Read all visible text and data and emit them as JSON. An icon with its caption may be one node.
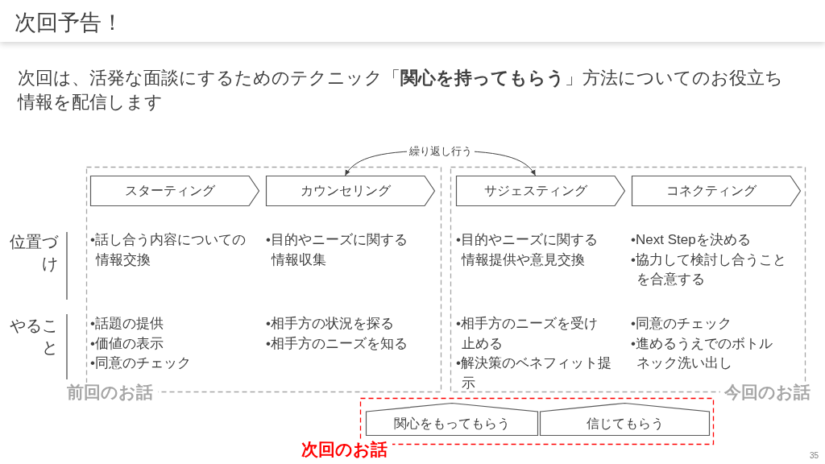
{
  "diagram": {
    "title": "次回予告！",
    "nodes": [
      {
        "text": [
          "前回のお話"
        ]
      },
      {
        "text": [
          "今回のお話"
        ]
      },
      {
        "text": [
          "スターティング"
        ],
        "in": 0
      },
      {
        "text": [
          "カウンセリング"
        ],
        "in": 0
      },
      {
        "text": [
          "サジェスティング"
        ],
        "in": 1
      },
      {
        "text": [
          "コネクティング"
        ],
        "in": 1
      },
      {
        "text": [
          "次回のお話"
        ]
      },
      {
        "text": [
          "関心をもってもらう"
        ],
        "in": 6
      },
      {
        "text": [
          "信じてもらう"
        ],
        "in": 6
      }
    ],
    "edges": [
      {
        "from": 3,
        "to": 4,
        "arrow": "both",
        "label": "繰り返し行う"
      }
    ],
    "labels": [
      "次回は、活発な面談にするためのテクニック「**関心を持ってもらう**」方法についてのお役立ち情報を配信します",
      "位置づけ",
      "•話し合う内容についての情報交換",
      "•目的やニーズに関する情報収集",
      "•目的やニーズに関する情報提供や意見交換",
      "•Next Stepを決める",
      "•協力して検討し合うことを合意する",
      "やること",
      "•話題の提供",
      "•価値の表示",
      "•同意のチェック",
      "•相手方の状況を探る",
      "•相手方のニーズを知る",
      "•相手方のニーズを受け止める",
      "•解決策のベネフィット提示",
      "•同意のチェック",
      "•進めるうえでのボトルネック洗い出し",
      "35"
    ]
  }
}
